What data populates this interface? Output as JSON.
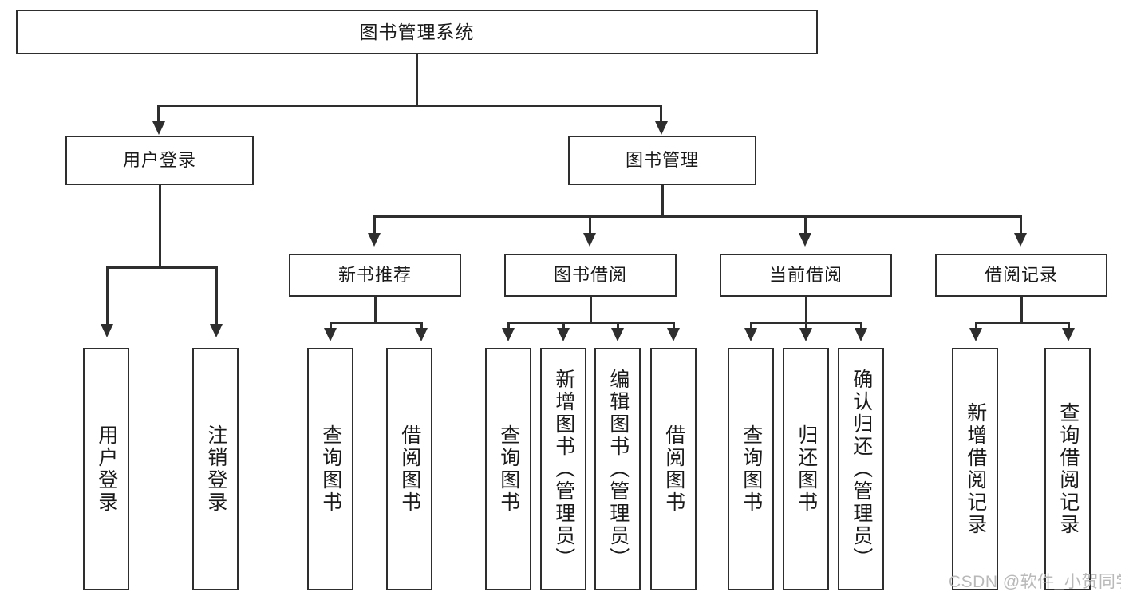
{
  "diagram": {
    "title": "图书管理系统",
    "type": "tree-hierarchy-chart",
    "root": {
      "label": "图书管理系统"
    },
    "level2": [
      {
        "label": "用户登录"
      },
      {
        "label": "图书管理"
      }
    ],
    "level3": [
      {
        "label": "新书推荐"
      },
      {
        "label": "图书借阅"
      },
      {
        "label": "当前借阅"
      },
      {
        "label": "借阅记录"
      }
    ],
    "leaves": {
      "user_login": [
        {
          "label": "用户登录"
        },
        {
          "label": "注销登录"
        }
      ],
      "new_book_recommend": [
        {
          "label": "查询图书"
        },
        {
          "label": "借阅图书"
        }
      ],
      "book_borrow": [
        {
          "label": "查询图书"
        },
        {
          "label": "新增图书（管理员）"
        },
        {
          "label": "编辑图书（管理员）"
        },
        {
          "label": "借阅图书"
        }
      ],
      "current_borrow": [
        {
          "label": "查询图书"
        },
        {
          "label": "归还图书"
        },
        {
          "label": "确认归还（管理员）"
        }
      ],
      "borrow_record": [
        {
          "label": "新增借阅记录"
        },
        {
          "label": "查询借阅记录"
        }
      ]
    }
  },
  "watermark": {
    "text": "CSDN @软件_小贺同学"
  },
  "colors": {
    "stroke": "#2e2e2e",
    "text": "#1a1a1a",
    "background": "#ffffff",
    "watermark": "#b9b9b9"
  }
}
